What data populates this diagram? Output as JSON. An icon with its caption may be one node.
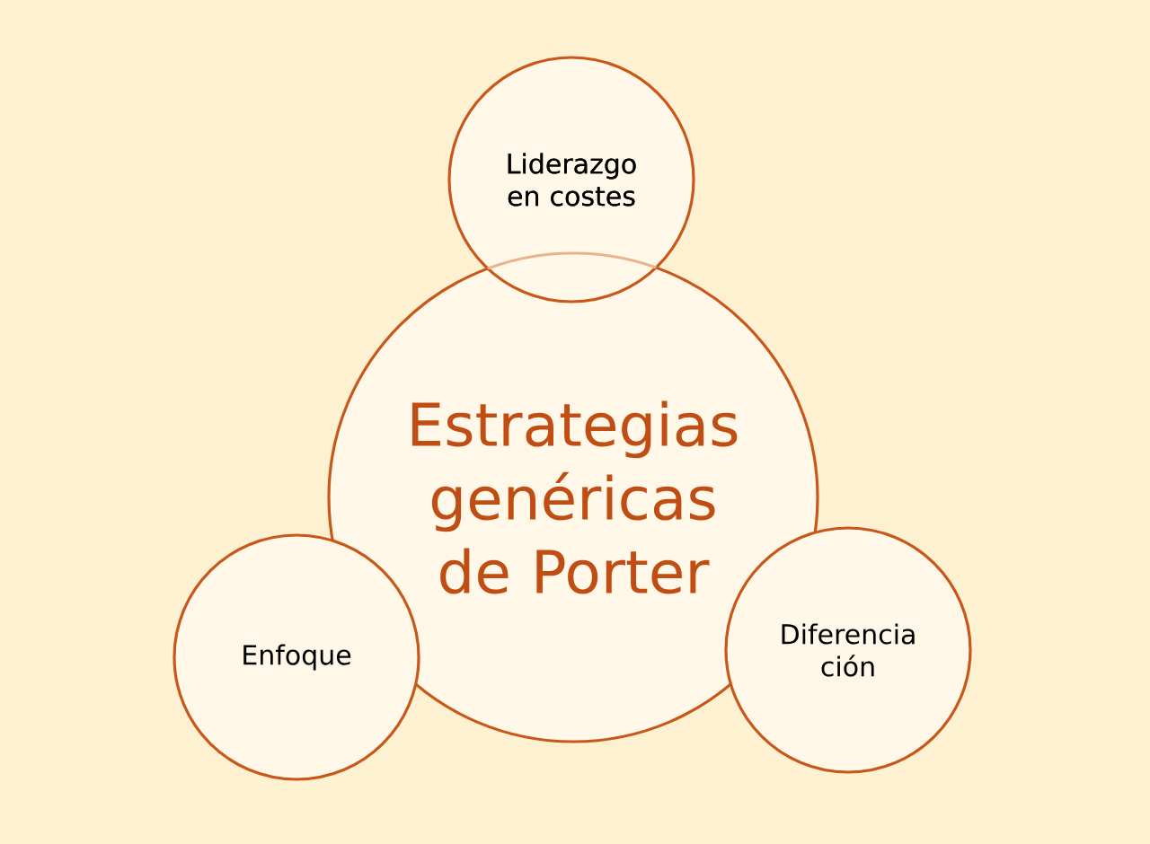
{
  "diagram": {
    "nodes": [
      {
        "text": [
          "Liderazgo en costes"
        ]
      },
      {
        "text": [
          "Estrategias genéricas de Porter"
        ]
      },
      {
        "text": [
          "Enfoque"
        ]
      },
      {
        "text": [
          "Diferencia ción"
        ]
      }
    ]
  }
}
